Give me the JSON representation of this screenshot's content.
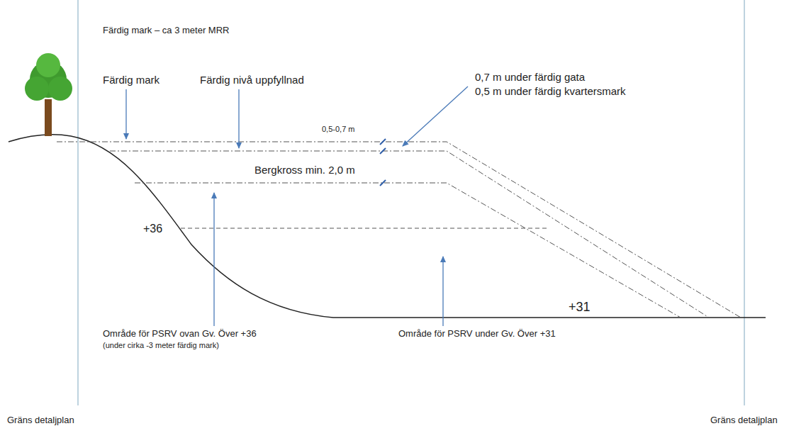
{
  "diagram": {
    "labels": [
      "Färdig mark – ca 3 meter MRR",
      "Färdig mark",
      "Färdig nivå uppfyllnad",
      "0,7 m under färdig gata",
      "0,5 m under färdig kvartersmark",
      "0,5-0,7 m",
      "Bergkross min. 2,0 m",
      "+36",
      "+31",
      "Område för PSRV ovan Gv. Över +36",
      "(under cirka -3 meter färdig mark)",
      "Område för PSRV under Gv. Över +31",
      "Gräns detaljplan",
      "Gräns detaljplan"
    ]
  }
}
